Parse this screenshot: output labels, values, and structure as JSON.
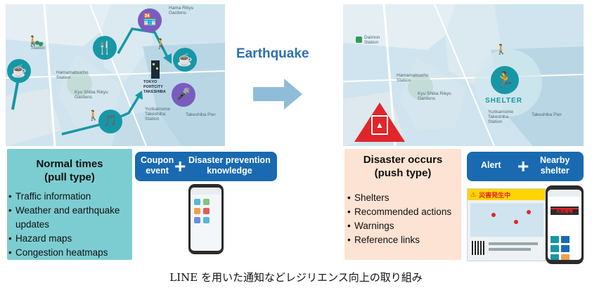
{
  "earthquake_label": "Earthquake",
  "left_map": {
    "labels": {
      "daimon": "aimon\nStation",
      "hamamatsucho": "Hamamatsucho\nStation",
      "kyu_shiba": "Kyu Shiba Rikyu\nGardens",
      "tokyo_portcity": "TOKYO\nPORTCITY\nTAKESHIBA",
      "yurikamome": "Yurikamome\nTakeshiba\nStation",
      "takeshiba_pier": "Takeshiba Pier",
      "hama_rikyu": "Hama Rikyu\nGardens"
    }
  },
  "right_map": {
    "labels": {
      "daimon": "Daimon\nStation",
      "hamamatsucho": "Hamamatsucho\nStation",
      "kyu_shiba": "Kyu Shiba Rikyu\nGardens",
      "yurikamome": "Yurikamome\nTakeshiba\nStation",
      "takeshiba_pier": "Takeshiba Pier"
    },
    "shelter_label": "SHELTER"
  },
  "normal": {
    "title_line1": "Normal times",
    "title_line2": "(pull type)",
    "items": [
      "Traffic information",
      "Weather and earthquake updates",
      "Hazard maps",
      "Congestion heatmaps"
    ],
    "box_left": "Coupon\nevent",
    "box_right": "Disaster prevention\nknowledge",
    "plus": "+"
  },
  "disaster": {
    "title_line1": "Disaster occurs",
    "title_line2": "(push type)",
    "items": [
      "Shelters",
      "Recommended actions",
      "Warnings",
      "Reference links"
    ],
    "box_left": "Alert",
    "box_right": "Nearby\nshelter",
    "plus": "+",
    "alert_banner": "災害発生中",
    "phone_alert": "大雨警報"
  },
  "caption": "LINE を用いた通知などレジリエンス向上の取り組み",
  "colors": {
    "map_water": "#cfe4ee",
    "teal_icon": "#1797a6",
    "normal_panel": "#7ccdd1",
    "disaster_panel": "#fce3d3",
    "blue_box": "#1a6ab1",
    "arrow": "#8fbcd8",
    "earthquake_text": "#2e6fb4",
    "warning_red": "#e0262b"
  }
}
